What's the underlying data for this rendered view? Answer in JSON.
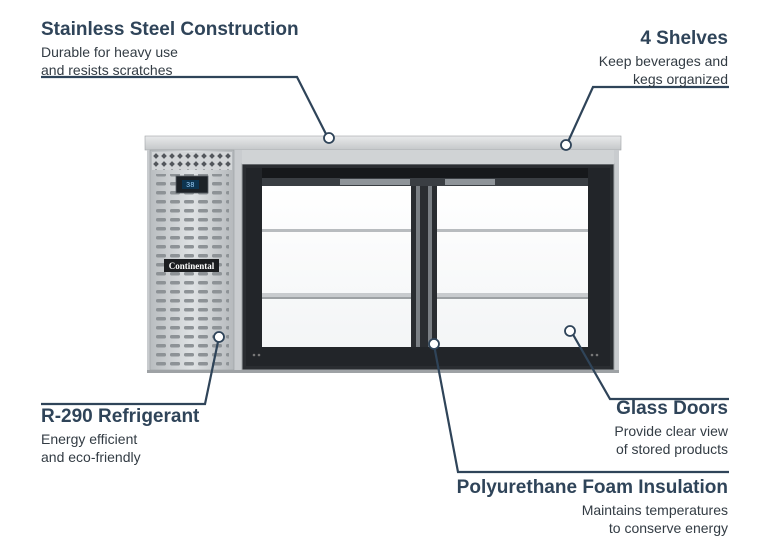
{
  "product": {
    "brand_logo": "Continental",
    "display_temp": "38",
    "accent_color": "#2f4459"
  },
  "features": {
    "steel": {
      "title": "Stainless Steel Construction",
      "line1": "Durable for heavy use",
      "line2": "and resists scratches"
    },
    "shelves": {
      "title": "4 Shelves",
      "line1": "Keep beverages and",
      "line2": "kegs organized"
    },
    "refrigerant": {
      "title": "R-290 Refrigerant",
      "line1": "Energy efficient",
      "line2": "and eco-friendly"
    },
    "glass": {
      "title": "Glass Doors",
      "line1": "Provide clear view",
      "line2": "of stored products"
    },
    "foam": {
      "title": "Polyurethane Foam Insulation",
      "line1": "Maintains temperatures",
      "line2": "to conserve energy"
    }
  }
}
